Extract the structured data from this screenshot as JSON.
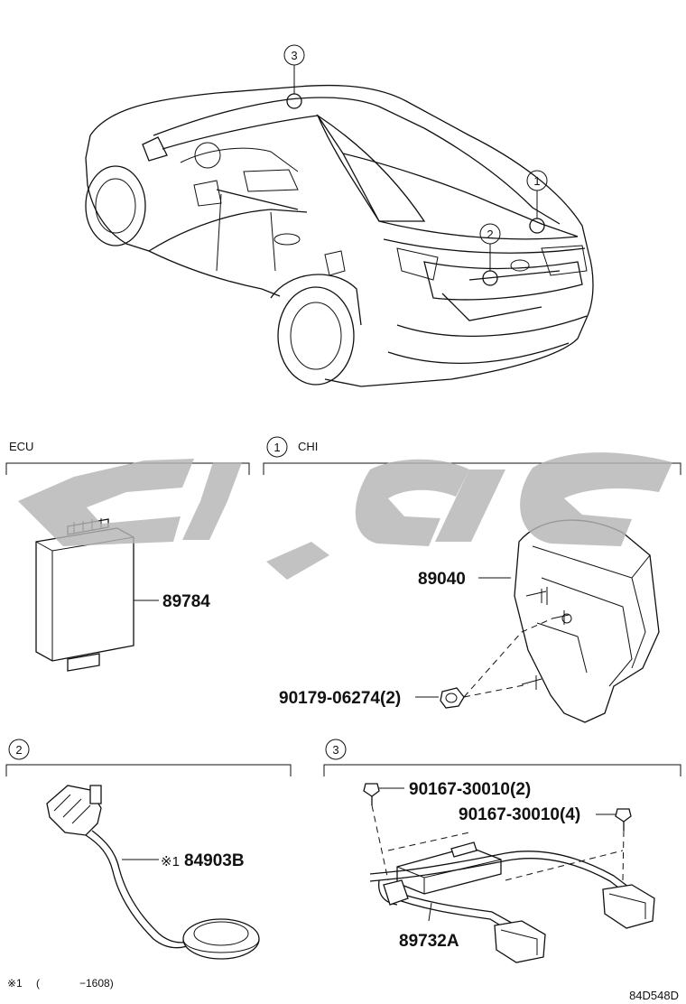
{
  "vehicle_callouts": [
    {
      "id": "callout-1",
      "text": "1"
    },
    {
      "id": "callout-2",
      "text": "2"
    },
    {
      "id": "callout-3",
      "text": "3"
    }
  ],
  "sections": {
    "ecu": {
      "title": "ECU"
    },
    "chi": {
      "number": "1",
      "title": "CHI"
    },
    "sec2": {
      "number": "2"
    },
    "sec3": {
      "number": "3"
    }
  },
  "parts": {
    "ecu_module": "89784",
    "chi_unit": "89040",
    "chi_bolt": "90179-06274(2)",
    "antenna_mark": "※1",
    "antenna": "84903B",
    "bracket_bolt_a": "90167-30010(2)",
    "bracket_bolt_b": "90167-30010(4)",
    "bracket": "89732A"
  },
  "footnote": {
    "mark": "※1",
    "open": "(",
    "range": "−1608)"
  },
  "drawing_code": "84D548D"
}
